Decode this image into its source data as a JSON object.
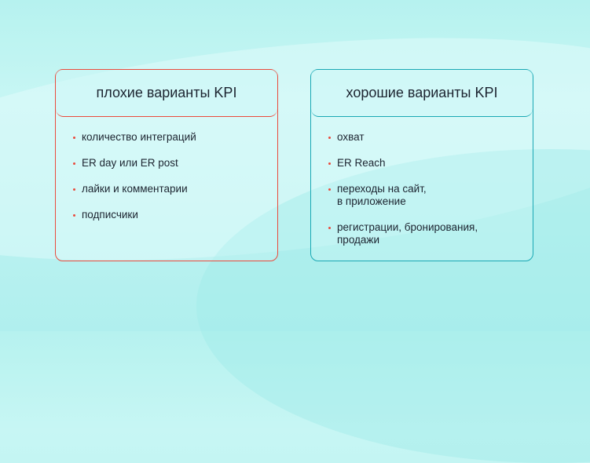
{
  "colors": {
    "bad_border": "#ea4a3c",
    "good_border": "#1aa8b4",
    "bullet": "#ea4a3c",
    "text": "#1c2430"
  },
  "bad": {
    "title": "плохие варианты KPI",
    "items": [
      {
        "line1": "количество интеграций"
      },
      {
        "line1": "ER day или ER post"
      },
      {
        "line1": "лайки и комментарии"
      },
      {
        "line1": "подписчики"
      }
    ]
  },
  "good": {
    "title": "хорошие варианты KPI",
    "items": [
      {
        "line1": "охват"
      },
      {
        "line1": "ER Reach"
      },
      {
        "line1": "переходы на сайт,",
        "line2": "в приложение"
      },
      {
        "line1": "регистрации, бронирования,",
        "line2": "продажи"
      }
    ]
  }
}
